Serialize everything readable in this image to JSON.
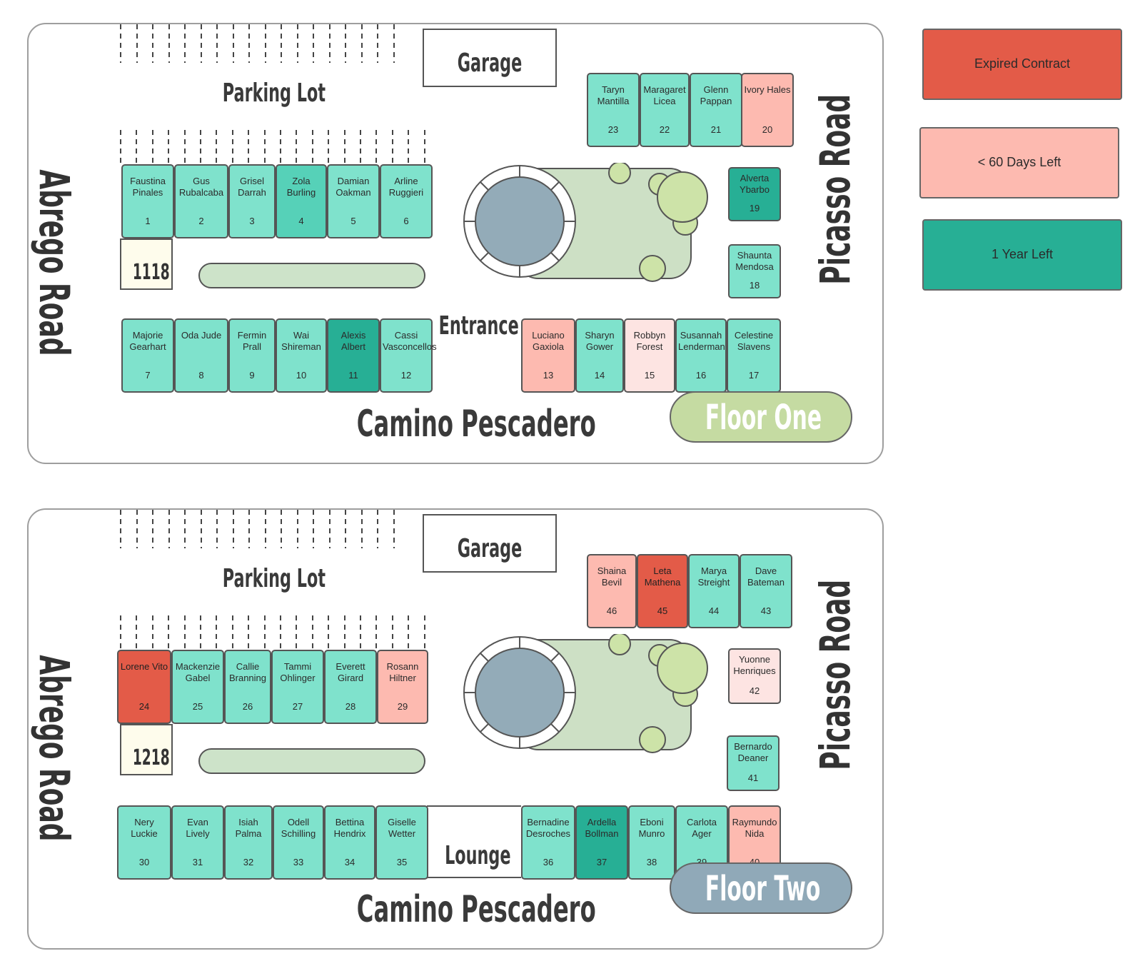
{
  "colors": {
    "expired": "#e35b48",
    "under60": "#fdbab0",
    "under60_light": "#fde4e2",
    "one_year": "#27af95",
    "one_year_mid": "#56d1b8",
    "default": "#7fe2cc",
    "floor_one_badge": "#c5dba2",
    "floor_two_badge": "#90a9b8",
    "pool": "#93abb8",
    "garden": "#cde0c5",
    "tree": "#cde3a8"
  },
  "legend": [
    {
      "label": "Expired Contract",
      "status": "expired"
    },
    {
      "label": "< 60 Days Left",
      "status": "under60"
    },
    {
      "label": "1 Year Left",
      "status": "one_year"
    }
  ],
  "floors": [
    {
      "title": "Floor One",
      "building": "1118",
      "labels": {
        "parking": "Parking Lot",
        "garage": "Garage",
        "road_left": "Abrego Road",
        "road_right": "Picasso Road",
        "road_bottom": "Camino Pescadero",
        "entrance": "Entrance"
      },
      "units": [
        {
          "name": "Faustina Pinales",
          "num": "1",
          "status": "default"
        },
        {
          "name": "Gus Rubalcaba",
          "num": "2",
          "status": "default"
        },
        {
          "name": "Grisel Darrah",
          "num": "3",
          "status": "default"
        },
        {
          "name": "Zola Burling",
          "num": "4",
          "status": "one_year_mid"
        },
        {
          "name": "Damian Oakman",
          "num": "5",
          "status": "default"
        },
        {
          "name": "Arline Ruggieri",
          "num": "6",
          "status": "default"
        },
        {
          "name": "Majorie Gearhart",
          "num": "7",
          "status": "default"
        },
        {
          "name": "Oda Jude",
          "num": "8",
          "status": "default"
        },
        {
          "name": "Fermin Prall",
          "num": "9",
          "status": "default"
        },
        {
          "name": "Wai Shireman",
          "num": "10",
          "status": "default"
        },
        {
          "name": "Alexis Albert",
          "num": "11",
          "status": "one_year"
        },
        {
          "name": "Cassi Vasconcellos",
          "num": "12",
          "status": "default"
        },
        {
          "name": "Luciano Gaxiola",
          "num": "13",
          "status": "under60"
        },
        {
          "name": "Sharyn Gower",
          "num": "14",
          "status": "default"
        },
        {
          "name": "Robbyn Forest",
          "num": "15",
          "status": "under60_light"
        },
        {
          "name": "Susannah Lenderman",
          "num": "16",
          "status": "default"
        },
        {
          "name": "Celestine Slavens",
          "num": "17",
          "status": "default"
        },
        {
          "name": "Shaunta Mendosa",
          "num": "18",
          "status": "default"
        },
        {
          "name": "Alverta Ybarbo",
          "num": "19",
          "status": "one_year"
        },
        {
          "name": "Ivory Hales",
          "num": "20",
          "status": "under60"
        },
        {
          "name": "Glenn Pappan",
          "num": "21",
          "status": "default"
        },
        {
          "name": "Maragaret Licea",
          "num": "22",
          "status": "default"
        },
        {
          "name": "Taryn Mantilla",
          "num": "23",
          "status": "default"
        }
      ]
    },
    {
      "title": "Floor Two",
      "building": "1218",
      "labels": {
        "parking": "Parking Lot",
        "garage": "Garage",
        "road_left": "Abrego Road",
        "road_right": "Picasso Road",
        "road_bottom": "Camino Pescadero",
        "lounge": "Lounge"
      },
      "units": [
        {
          "name": "Lorene Vito",
          "num": "24",
          "status": "expired"
        },
        {
          "name": "Mackenzie Gabel",
          "num": "25",
          "status": "default"
        },
        {
          "name": "Callie Branning",
          "num": "26",
          "status": "default"
        },
        {
          "name": "Tammi Ohlinger",
          "num": "27",
          "status": "default"
        },
        {
          "name": "Everett Girard",
          "num": "28",
          "status": "default"
        },
        {
          "name": "Rosann Hiltner",
          "num": "29",
          "status": "under60"
        },
        {
          "name": "Nery Luckie",
          "num": "30",
          "status": "default"
        },
        {
          "name": "Evan Lively",
          "num": "31",
          "status": "default"
        },
        {
          "name": "Isiah Palma",
          "num": "32",
          "status": "default"
        },
        {
          "name": "Odell Schilling",
          "num": "33",
          "status": "default"
        },
        {
          "name": "Bettina Hendrix",
          "num": "34",
          "status": "default"
        },
        {
          "name": "Giselle Wetter",
          "num": "35",
          "status": "default"
        },
        {
          "name": "Bernadine Desroches",
          "num": "36",
          "status": "default"
        },
        {
          "name": "Ardella Bollman",
          "num": "37",
          "status": "one_year"
        },
        {
          "name": "Eboni Munro",
          "num": "38",
          "status": "default"
        },
        {
          "name": "Carlota Ager",
          "num": "39",
          "status": "default"
        },
        {
          "name": "Raymundo Nida",
          "num": "40",
          "status": "under60"
        },
        {
          "name": "Bernardo Deaner",
          "num": "41",
          "status": "default"
        },
        {
          "name": "Yuonne Henriques",
          "num": "42",
          "status": "under60_light"
        },
        {
          "name": "Dave Bateman",
          "num": "43",
          "status": "default"
        },
        {
          "name": "Marya Streight",
          "num": "44",
          "status": "default"
        },
        {
          "name": "Leta Mathena",
          "num": "45",
          "status": "expired"
        },
        {
          "name": "Shaina Bevil",
          "num": "46",
          "status": "under60"
        }
      ]
    }
  ]
}
